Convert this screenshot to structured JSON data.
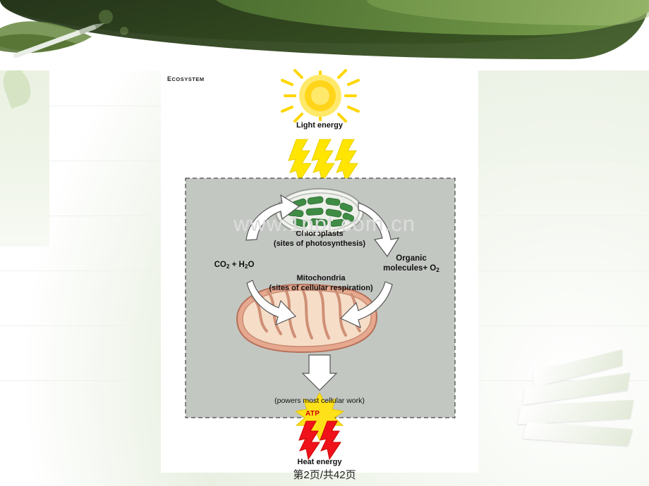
{
  "slide": {
    "footer": "第2页/共42页",
    "watermark": "www.1ppt.com.cn"
  },
  "figure": {
    "sun_label": "Light energy",
    "ecosystem_label_first": "E",
    "ecosystem_label_rest": "COSYSTEM",
    "chloroplasts_title": "Chloroplasts",
    "chloroplasts_subtitle": "(sites of photosynthesis)",
    "mitochondria_title": "Mitochondria",
    "mitochondria_subtitle": "(sites of cellular respiration)",
    "reactants_left": "CO2 + H2O",
    "reactants_left_parts": {
      "co2": "CO",
      "co2_sub": "2",
      "plus": " + H",
      "h2o_sub": "2",
      "o": "O"
    },
    "products_right_line1": "Organic",
    "products_right_line2": "molecules",
    "products_right_o2": "+ O",
    "products_right_o2_sub": "2",
    "atp_label": "ATP",
    "powers_label": "(powers most cellular work)",
    "heat_label": "Heat energy"
  },
  "colors": {
    "sun_yellow": "#ffe11a",
    "light_arrow": "#ffe500",
    "heat_arrow": "#f0121a",
    "ecosystem_bg": "#c3c7c2",
    "chloroplast_green": "#3f8c45",
    "mitochondria_pink": "#e6a88f",
    "banner_green": "#36501f",
    "atp_yellow": "#ffe11a"
  }
}
